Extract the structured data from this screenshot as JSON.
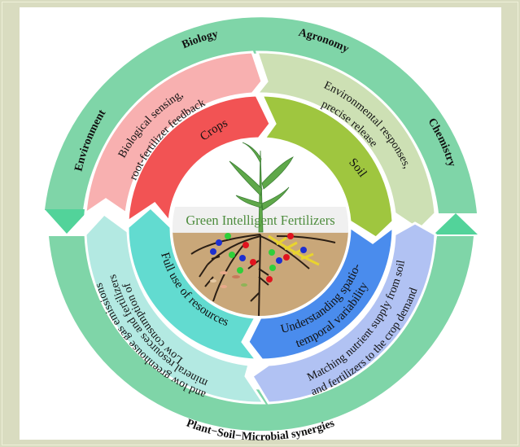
{
  "diagram": {
    "title": "Green Intelligent Fertilizers",
    "outer_ring": {
      "color": "#7fd5a8",
      "arrow_color": "#52d39a",
      "labels": {
        "biology": "Biology",
        "agronomy": "Agronomy",
        "chemistry": "Chemistry",
        "environment": "Environment",
        "bottom": "Plant−Soil−Microbial synergies"
      }
    },
    "middle_ring": [
      {
        "id": "biology",
        "color": "#f8b0b0",
        "lines": [
          "Biological sensing,",
          "root-fertilizer feedback"
        ]
      },
      {
        "id": "agronomy",
        "color": "#cde0b4",
        "lines": [
          "Environmental responses,",
          "precise release"
        ]
      },
      {
        "id": "matching",
        "color": "#b1c2f3",
        "lines": [
          "Matching nutrient supply from soil",
          "and fertilizers to the crop demand"
        ]
      },
      {
        "id": "low-consumption",
        "color": "#b3e9e2",
        "lines": [
          "Low consumption of",
          "mineral resources and fertilizers",
          "and low greenhouse gas emissions"
        ]
      }
    ],
    "inner_ring": [
      {
        "id": "crops",
        "color": "#f25354",
        "label": "Crops"
      },
      {
        "id": "soil",
        "color": "#9fc63f",
        "label": "Soil"
      },
      {
        "id": "variability",
        "color": "#4a8ced",
        "lines": [
          "Understanding spatio-",
          "temporal variability"
        ]
      },
      {
        "id": "resources",
        "color": "#62dbd0",
        "label": "Full use of resources"
      }
    ],
    "center": {
      "soil_color": "#c9a779",
      "title_color": "#4d8c3d"
    }
  }
}
